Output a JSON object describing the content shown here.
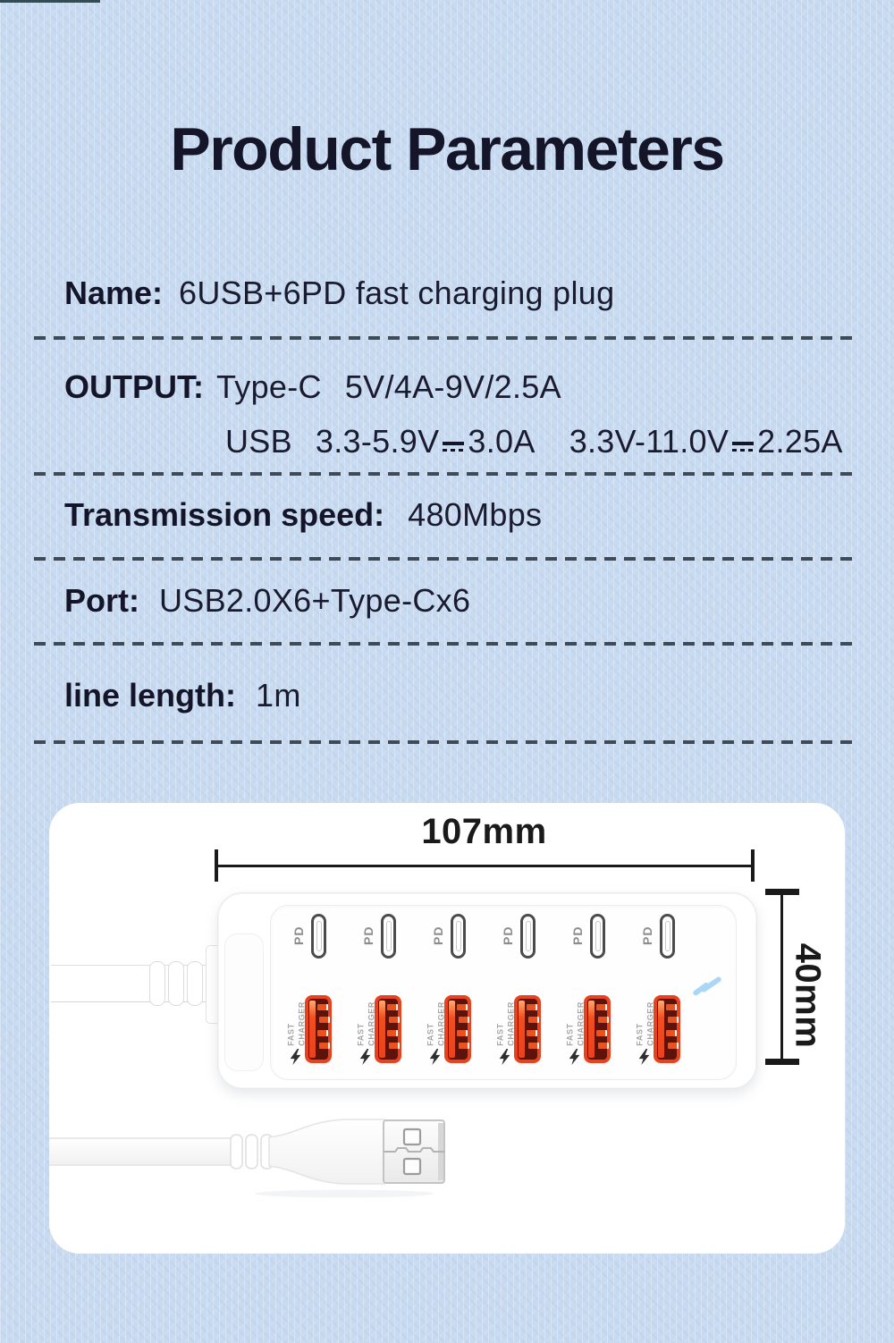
{
  "page": {
    "title": "Product Parameters",
    "background_color": "#c8daf0",
    "text_color": "#15152a",
    "dash_color": "#3e4a57"
  },
  "specs": {
    "name": {
      "label": "Name:",
      "value": "6USB+6PD fast charging plug"
    },
    "output": {
      "label": "OUTPUT:",
      "line1_port": "Type-C",
      "line1_value": "5V/4A-9V/2.5A",
      "line2_port": "USB",
      "line2_range1": "3.3-5.9V",
      "line2_amp1": "3.0A",
      "line2_range2": "3.3V-11.0V",
      "line2_amp2": "2.25A"
    },
    "speed": {
      "label": "Transmission speed:",
      "value": "480Mbps"
    },
    "port": {
      "label": "Port:",
      "value": "USB2.0X6+Type-Cx6"
    },
    "length": {
      "label": "line length:",
      "value": "1m"
    }
  },
  "diagram": {
    "width_label": "107mm",
    "height_label": "40mm",
    "pd_port_count": 6,
    "usb_port_count": 6,
    "pd_ports": [
      "PD",
      "PD",
      "PD",
      "PD",
      "PD",
      "PD"
    ],
    "usb_ports": [
      {
        "label_line1": "FAST",
        "label_line2": "CHARGER"
      },
      {
        "label_line1": "FAST",
        "label_line2": "CHARGER"
      },
      {
        "label_line1": "FAST",
        "label_line2": "CHARGER"
      },
      {
        "label_line1": "FAST",
        "label_line2": "CHARGER"
      },
      {
        "label_line1": "FAST",
        "label_line2": "CHARGER"
      },
      {
        "label_line1": "FAST",
        "label_line2": "CHARGER"
      }
    ],
    "accent_orange": "#e8431f",
    "port_inner_red": "#5e130a",
    "bolt_blue": "#a9d7f5",
    "dimension_color": "#1a1a1a"
  }
}
